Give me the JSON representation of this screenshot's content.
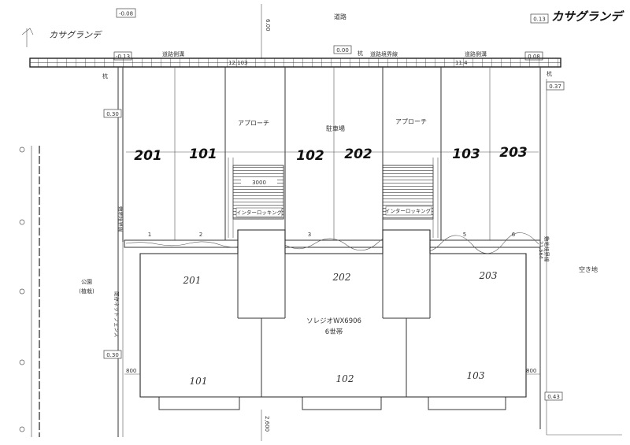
{
  "title_handwritten": "カサグランデ",
  "title_handwritten_small": "カサグランデ",
  "top_road": "道路",
  "top_labels": {
    "level_left": "-0.08",
    "level_right": "0.13",
    "level_mid": "0.00",
    "level_left2": "-0.13",
    "level_right2": "0.08",
    "dim_600": "6.00",
    "dim_12103": "12,103",
    "dim_114": "11.4",
    "stake_left": "杭",
    "stake_mid": "杭",
    "stake_right": "杭",
    "boundary_left": "道路側溝",
    "boundary_mid": "道路境界線",
    "boundary_right": "道路側溝"
  },
  "right_labels": {
    "level_037": "0.37",
    "vacant": "空き地",
    "level_043": "0.43",
    "dim_vertical": "21,564",
    "boundary_vertical": "敷地境界線"
  },
  "left_labels": {
    "level_030a": "0.30",
    "level_030b": "0.30",
    "park": "公園",
    "park_sub": "(植栽)",
    "fence": "既存ネットフェンス",
    "boundary_vertical": "敷地境界線",
    "dim_800_left": "800",
    "dim_800_right": "800",
    "dim_bottom": "2,600"
  },
  "parking": {
    "center_label": "駐車場",
    "approach_left": "アプローチ",
    "approach_right": "アプローチ",
    "interlocking_left": "インターロッキング",
    "interlocking_right": "インターロッキング",
    "dim_3000": "3000",
    "space_numbers": [
      "1",
      "2",
      "3",
      "5",
      "6"
    ],
    "unit_labels": [
      "201",
      "101",
      "102",
      "202",
      "103",
      "203"
    ]
  },
  "building": {
    "name": "ソレジオWX6906",
    "units": "6世帯",
    "upper_units": [
      "201",
      "202",
      "203"
    ],
    "lower_units": [
      "101",
      "102",
      "103"
    ]
  }
}
